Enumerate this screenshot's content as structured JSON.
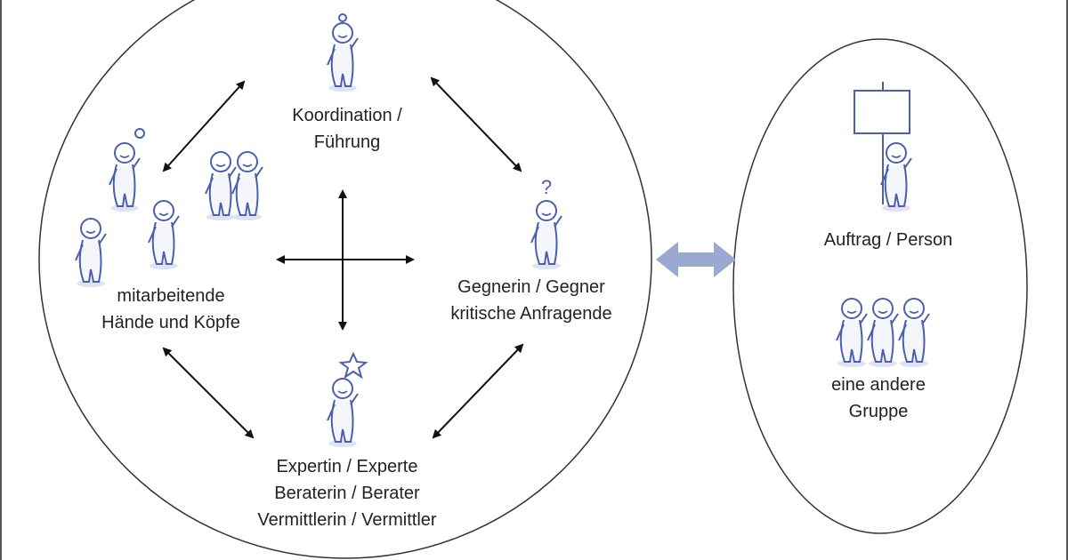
{
  "colors": {
    "figure": "#4a5fae",
    "arrow": "#111111",
    "double_arrow": "#9aa9cf",
    "outline": "#333333"
  },
  "labels": {
    "top": [
      "Koordination / ",
      "Führung"
    ],
    "left": [
      "mitarbeitende",
      "Hände und Köpfe"
    ],
    "right": [
      "Gegnerin / Gegner",
      "kritische Anfragende"
    ],
    "bottom": [
      "Expertin / Experte",
      "Beraterin / Berater",
      "Vermittlerin / Vermittler"
    ],
    "outer_top": [
      "Auftrag / Person"
    ],
    "outer_bottom": [
      "eine andere",
      "Gruppe"
    ]
  }
}
